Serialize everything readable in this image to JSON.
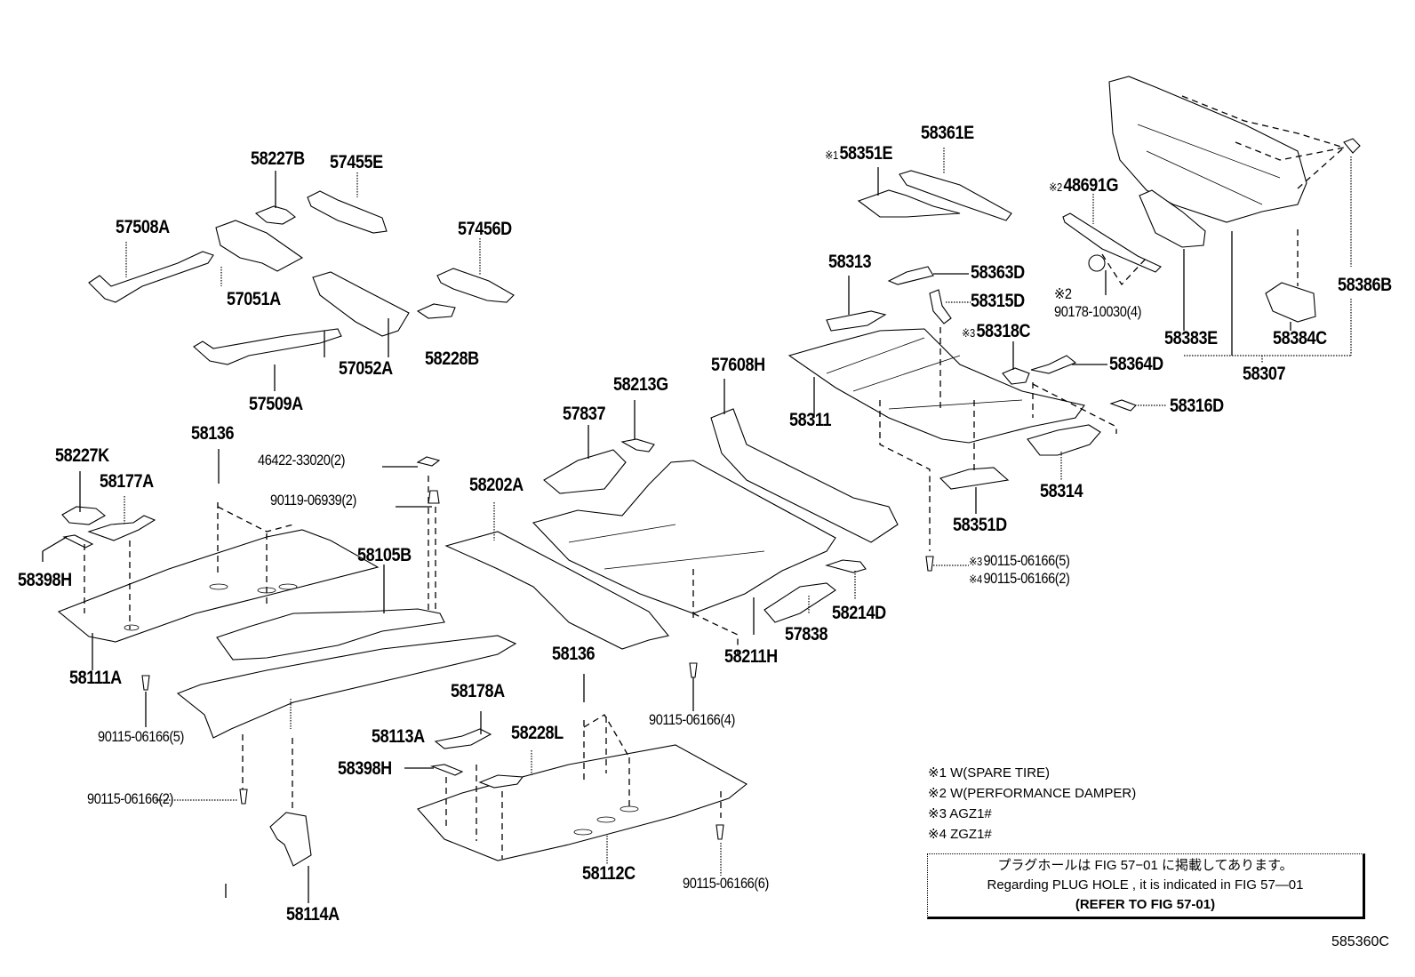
{
  "figure": {
    "title": "Floor pan & rear panel parts diagram",
    "figure_id": "585360C"
  },
  "parts": {
    "p58227B": "58227B",
    "p57455E": "57455E",
    "p57508A": "57508A",
    "p57051A": "57051A",
    "p57456D": "57456D",
    "p57052A": "57052A",
    "p58228B": "58228B",
    "p57509A": "57509A",
    "p58227K": "58227K",
    "p58177A": "58177A",
    "p58136a": "58136",
    "p46422": "46422-33020(2)",
    "p90119": "90119-06939(2)",
    "p58105B": "58105B",
    "p58398Ha": "58398H",
    "p58111A": "58111A",
    "p90115_5a": "90115-06166(5)",
    "p58113A": "58113A",
    "p90115_2a": "90115-06166(2)",
    "p58114A": "58114A",
    "p58178A": "58178A",
    "p58228L": "58228L",
    "p58398Hb": "58398H",
    "p58136b": "58136",
    "p58112C": "58112C",
    "p90115_6": "90115-06166(6)",
    "p58202A": "58202A",
    "p57837": "57837",
    "p58213G": "58213G",
    "p57608H": "57608H",
    "p58211H": "58211H",
    "p90115_4": "90115-06166(4)",
    "p57838": "57838",
    "p58214D": "58214D",
    "p58351E": "58351E",
    "p58361E": "58361E",
    "p58313": "58313",
    "p58363D": "58363D",
    "p58315D": "58315D",
    "p58318C": "58318C",
    "p58311": "58311",
    "p58364D": "58364D",
    "p58316D": "58316D",
    "p58314": "58314",
    "p58351D": "58351D",
    "p90115_5b": "90115-06166(5)",
    "p90115_2b": "90115-06166(2)",
    "p48691G": "48691G",
    "p90178": "90178-10030(4)",
    "p58383E": "58383E",
    "p58384C": "58384C",
    "p58386B": "58386B",
    "p58307": "58307"
  },
  "marks": {
    "m1": "※1",
    "m2": "※2",
    "m3": "※3",
    "m4": "※4"
  },
  "notes": [
    "※1 W(SPARE TIRE)",
    "※2 W(PERFORMANCE DAMPER)",
    "※3 AGZ1#",
    "※4 ZGZ1#"
  ],
  "notebox": {
    "line_jp": "プラグホールは FIG  57−01 に掲載してあります。",
    "line_en": "Regarding  PLUG  HOLE , it is indicated in FIG  57—01",
    "line_ref": "(REFER TO FIG 57-01)"
  }
}
